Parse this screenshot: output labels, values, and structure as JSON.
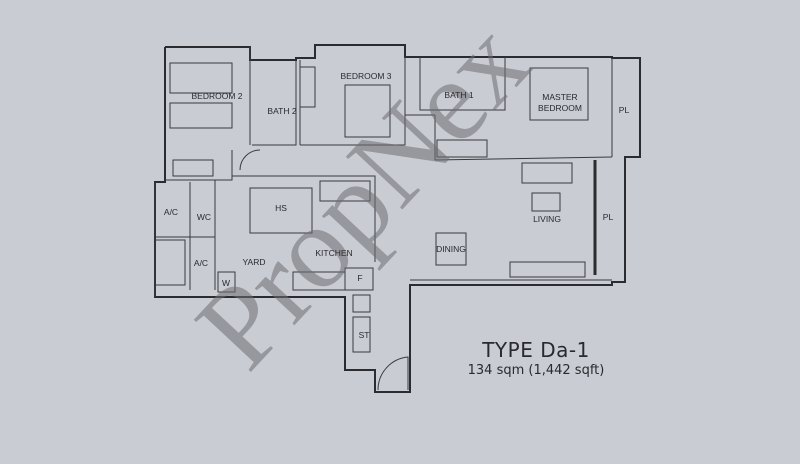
{
  "plan": {
    "rooms": {
      "bedroom2": "BEDROOM 2",
      "bath2": "BATH 2",
      "bedroom3": "BEDROOM 3",
      "bath1": "BATH 1",
      "master1": "MASTER",
      "master2": "BEDROOM",
      "pl_top": "PL",
      "pl_right": "PL",
      "living": "LIVING",
      "dining": "DINING",
      "hs": "HS",
      "ac1": "A/C",
      "wc": "WC",
      "ac2": "A/C",
      "yard": "YARD",
      "kitchen": "KITCHEN",
      "fridge": "F",
      "washer": "W",
      "store": "ST"
    },
    "type_title": "TYPE Da-1",
    "area": "134 sqm (1,442 sqft)",
    "watermark": "PropNex"
  }
}
